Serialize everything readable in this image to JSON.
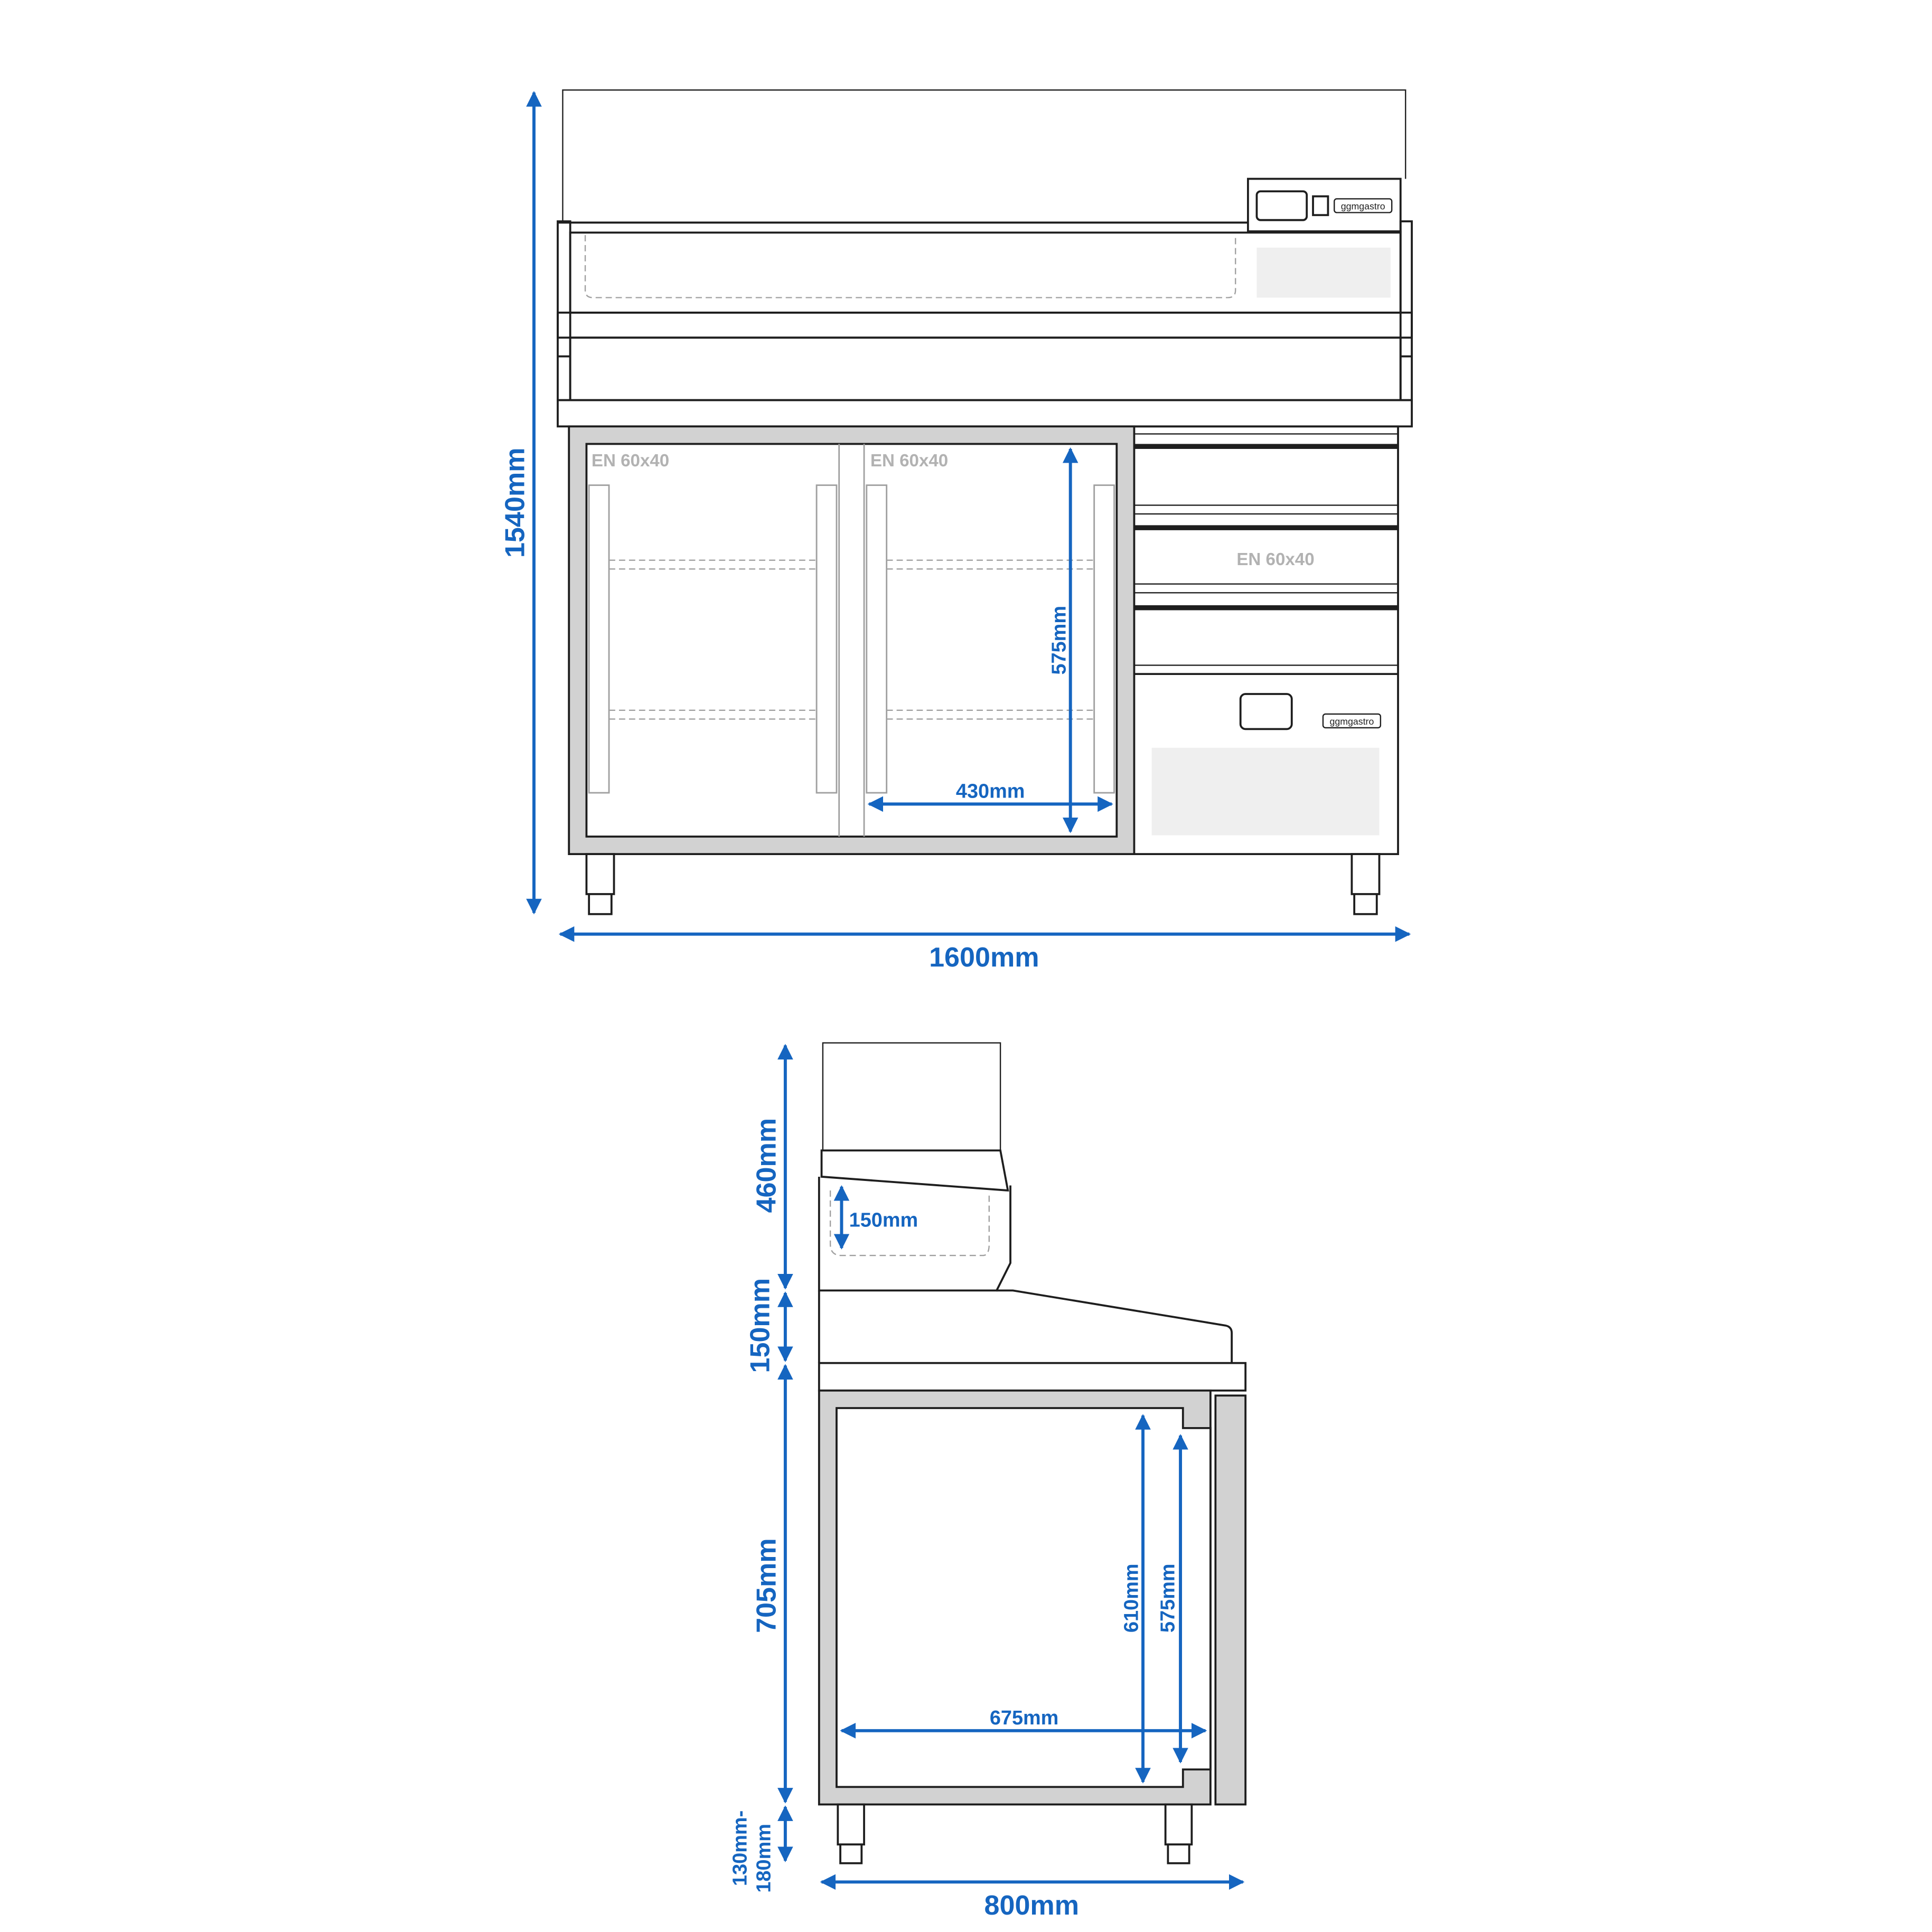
{
  "front_view": {
    "overall_height": "1540mm",
    "overall_width": "1600mm",
    "door_inner_height": "575mm",
    "door_inner_width": "430mm",
    "door_left_label": "EN 60x40",
    "door_right_label": "EN 60x40",
    "drawer_label": "EN 60x40",
    "control_brand": "ggmgastro",
    "drawer_brand": "ggmgastro"
  },
  "side_view": {
    "top_height": "460mm",
    "pan_depth": "150mm",
    "step_height": "150mm",
    "body_height": "705mm",
    "leg_height_min": "130mm-",
    "leg_height_max": "180mm",
    "overall_depth": "800mm",
    "inner_depth": "675mm",
    "inner_height": "610mm",
    "door_opening_height": "575mm"
  },
  "colors": {
    "dimension": "#1565c0",
    "frame": "#1e1e1e",
    "panel_gray": "#d2d2d2",
    "light_gray": "#efefef",
    "label_gray": "#b2b2b2"
  }
}
